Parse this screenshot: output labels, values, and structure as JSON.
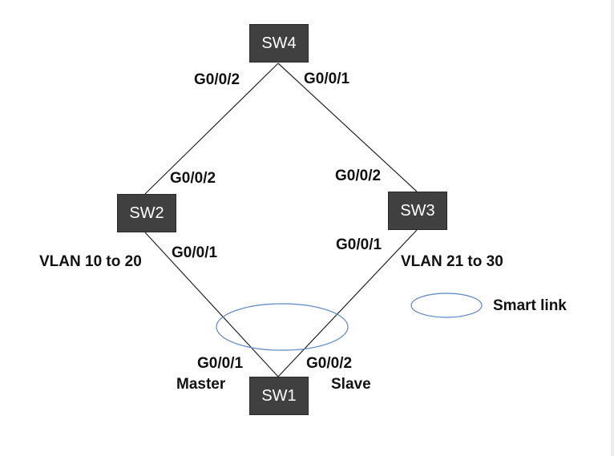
{
  "switches": {
    "sw4": "SW4",
    "sw2": "SW2",
    "sw3": "SW3",
    "sw1": "SW1"
  },
  "ports": {
    "sw4_left": "G0/0/2",
    "sw4_right": "G0/0/1",
    "sw2_top": "G0/0/2",
    "sw3_top": "G0/0/2",
    "sw2_bottom": "G0/0/1",
    "sw3_bottom": "G0/0/1",
    "sw1_left": "G0/0/1",
    "sw1_right": "G0/0/2"
  },
  "vlans": {
    "left": "VLAN 10 to 20",
    "right": "VLAN 21 to 30"
  },
  "roles": {
    "master": "Master",
    "slave": "Slave"
  },
  "legend": {
    "smart_link": "Smart link"
  },
  "colors": {
    "switch_fill": "#404040",
    "link_line": "#222222",
    "smart_link_ellipse": "#5b86c5"
  }
}
